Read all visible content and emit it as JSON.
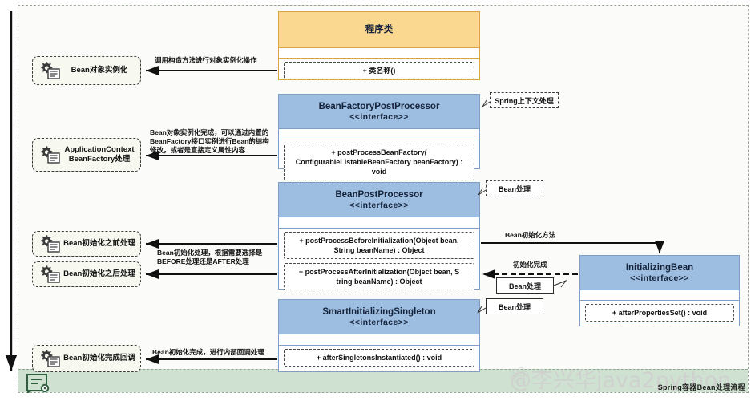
{
  "diagram": {
    "caption": "Spring容器Bean处理流程",
    "watermark": "@李兴华java2python",
    "watermark_paw_label": "baidu-paw-icon"
  },
  "stages": [
    {
      "id": "instantiate",
      "label": "Bean对象实例化",
      "icon": "gear-document-icon"
    },
    {
      "id": "appctx",
      "label": "ApplicationContext\nBeanFactory处理",
      "line1": "ApplicationContext",
      "line2": "BeanFactory处理",
      "icon": "gear-document-icon"
    },
    {
      "id": "before-init",
      "label": "Bean初始化之前处理",
      "icon": "gear-document-icon"
    },
    {
      "id": "after-init",
      "label": "Bean初始化之后处理",
      "icon": "gear-document-icon"
    },
    {
      "id": "init-callback",
      "label": "Bean初始化完成回调",
      "icon": "gear-document-icon"
    }
  ],
  "classes": {
    "program": {
      "name": "程序类",
      "stereotype": "",
      "operations": [
        "+ 类名称()"
      ]
    },
    "beanFactoryPostProcessor": {
      "name": "BeanFactoryPostProcessor",
      "stereotype": "<<interface>>",
      "operations": [
        "+ postProcessBeanFactory(\nConfigurableListableBeanFactory beanFactory) : void"
      ]
    },
    "beanPostProcessor": {
      "name": "BeanPostProcessor",
      "stereotype": "<<interface>>",
      "operations": [
        "+ postProcessBeforeInitialization(Object bean,\nString beanName) : Object",
        "+ postProcessAfterInitialization(Object bean, S\ntring beanName) : Object"
      ]
    },
    "smartInitializingSingleton": {
      "name": "SmartInitializingSingleton",
      "stereotype": "<<interface>>",
      "operations": [
        "+ afterSingletonsInstantiated() : void"
      ]
    },
    "initializingBean": {
      "name": "InitializingBean",
      "stereotype": "<<interface>>",
      "operations": [
        "+ afterPropertiesSet() : void"
      ]
    }
  },
  "callouts": {
    "spring_context": "Spring上下文处理",
    "bean_handle_1": "Bean处理",
    "bean_handle_2": "Bean处理",
    "bean_handle_3": "Bean处理"
  },
  "connector_labels": {
    "instantiate": "调用构造方法进行对象实例化操作",
    "appctx": "Bean对象实例化完成，可以通过内置的\nBeanFactory接口实例进行Bean的结构\n修改，或者是直接定义属性内容",
    "init_choice": "Bean初始化处理，根据需要选择是\nBEFORE处理还是AFTER处理",
    "init_callback": "Bean初始化完成，进行内部回调处理",
    "bean_init_method": "Bean初始化方法",
    "init_done": "初始化完成"
  },
  "colors": {
    "blue_header": "#9dbde1",
    "orange_header": "#fbd88f",
    "stage_bg": "#f7f8f0",
    "band_bg": "#cfe2d1",
    "frame_bg": "#fbfcfa"
  }
}
